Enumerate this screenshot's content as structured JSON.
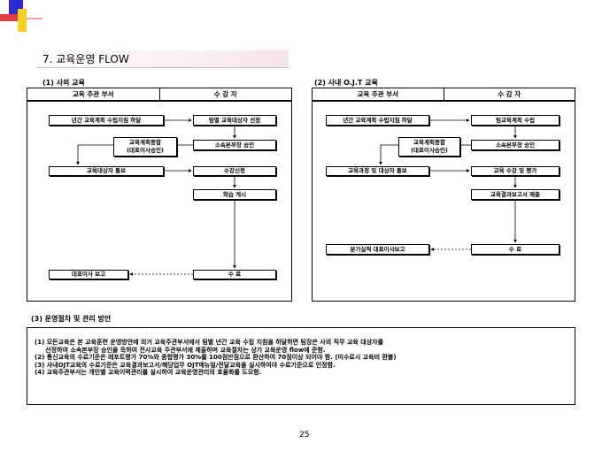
{
  "title": "7. 교육운영 FLOW",
  "section1": {
    "label": "(1) 사외 교육",
    "col1": "교육 주관 부서",
    "col2": "수 강 자",
    "boxes": [
      "년간 교육계획 수립지침 하달",
      "팀별 교육대상자 선정",
      "교육계획종합",
      "(대표이사승인)",
      "소속본부장 승인",
      "교육대상자 통보",
      "수강신청",
      "학습 게시",
      "대표이사 보고",
      "수 료"
    ]
  },
  "section2": {
    "label": "(2) 사내 O.J.T 교육",
    "col1": "교육 주관 부서",
    "col2": "수 강 자",
    "boxes": [
      "년간 교육계획 수립지침 하달",
      "팀교육계획 수립",
      "교육계획종합",
      "(대표이사승인)",
      "소속본부장 승인",
      "교육과정 및 대상자 통보",
      "교육 수강 및 평가",
      "교육결과보고서 제출",
      "분기실적 대표이사보고",
      "수 료"
    ]
  },
  "section3": {
    "label": "(3) 운영절차 및 관리 방안",
    "lines": [
      "(1) 모든교육은 본 교육훈련 운영방안에 의거 교육주관부서에서 팀별 년간 교육 수립 지침을 하달하면 팀장은 사외 직무 교육 대상자를",
      "     선정하여 소속본부장 승인을 득하여 전사교육 주관부서에 제출하며 교육절차는 상기 교육운영 flow에 준함.",
      "(2) 통신교육의 수료기준은 레포트평가 70%와 종합평가 30%를 100점만점으로 환산하여 70점이상 되어야 함. (미수료시 교육비 환불)",
      "(3) 사내OJT교육의 수료기준은 교육결과보고서/해당업무 OJT매뉴얼/전달교육을 실시하여야 수료기준으로 인정함.",
      "(4) 교육주관부서는 개인별 교육이력관리를 실시하여 교육운영관리의 효율화를 도모함."
    ]
  },
  "page_number": "25"
}
